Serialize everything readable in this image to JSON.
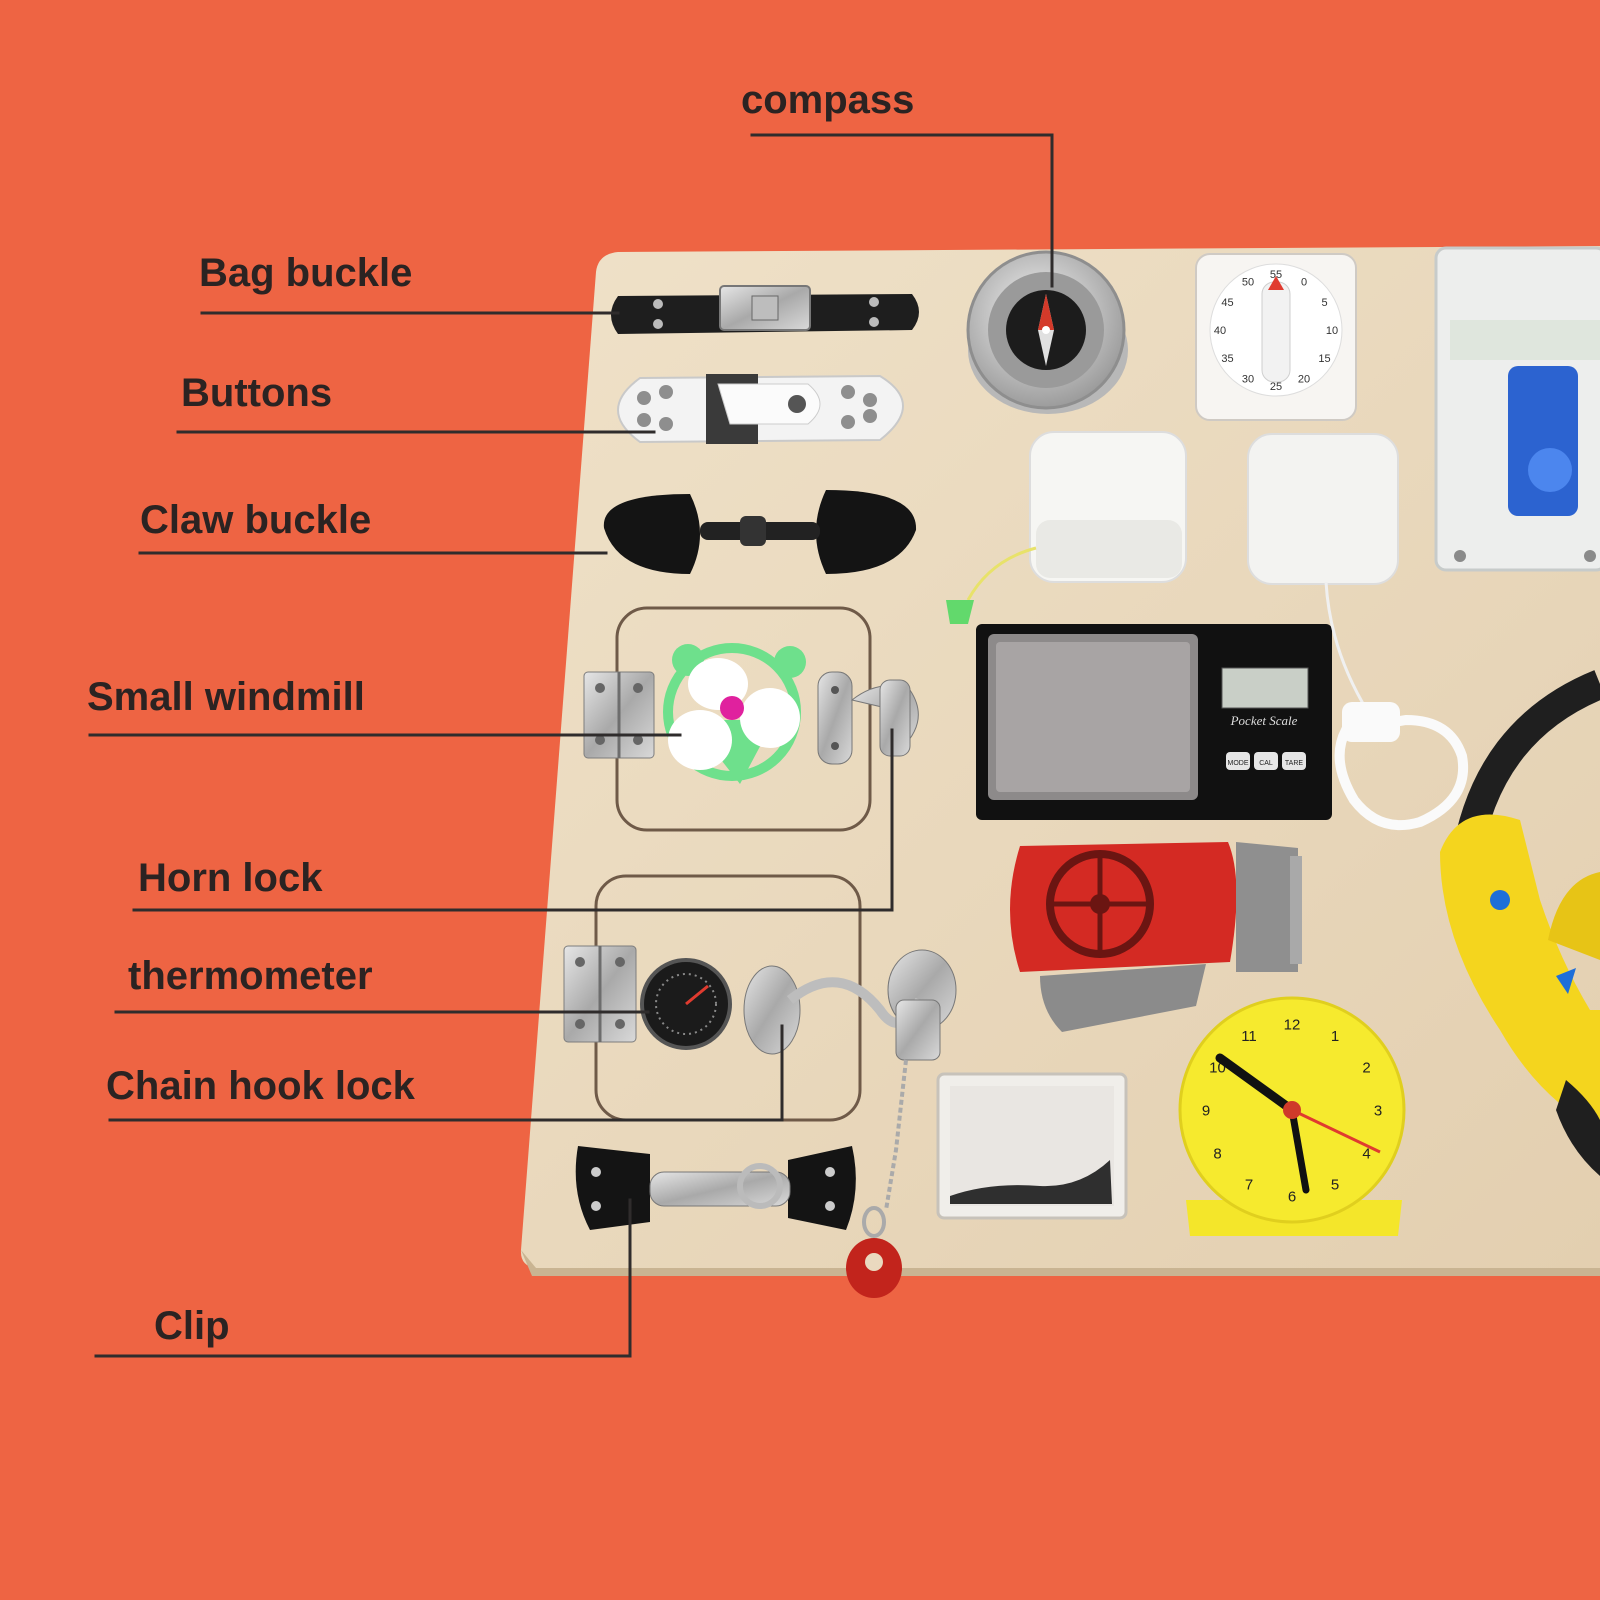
{
  "colors": {
    "background": "#ee6443",
    "board": "#ead9bf",
    "leader_line": "#2f2c2c",
    "label_text": "#2b2322"
  },
  "labels": {
    "compass": "compass",
    "bag_buckle": "Bag buckle",
    "buttons": "Buttons",
    "claw_buckle": "Claw buckle",
    "small_windmill": "Small windmill",
    "horn_lock": "Horn lock",
    "thermometer": "thermometer",
    "chain_hook_lock": "Chain hook lock",
    "clip": "Clip"
  },
  "timer_ticks": [
    "55",
    "0",
    "5",
    "10",
    "15",
    "20",
    "25",
    "30",
    "35",
    "40",
    "45",
    "50"
  ],
  "clock_numbers": [
    "12",
    "1",
    "2",
    "3",
    "4",
    "5",
    "6",
    "7",
    "8",
    "9",
    "10",
    "11"
  ],
  "scale_text": {
    "brand": "Pocket Scale",
    "buttons": [
      "MODE",
      "CAL",
      "TARE"
    ]
  }
}
